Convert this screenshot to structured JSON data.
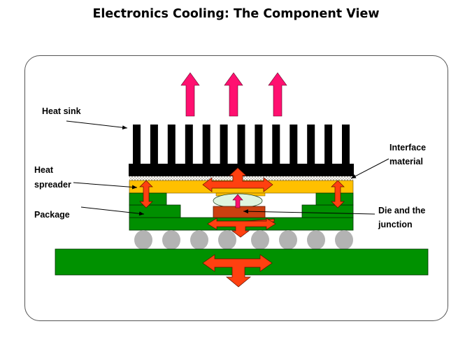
{
  "title": "Electronics Cooling: The Component View",
  "labels": {
    "heat_sink": "Heat sink",
    "heat_spreader_line1": "Heat",
    "heat_spreader_line2": "spreader",
    "package": "Package",
    "interface_material_line1": "Interface",
    "interface_material_line2": "material",
    "die_junction_line1": "Die and the",
    "die_junction_line2": "junction"
  },
  "components": {
    "heat_sink_fin_count": 13,
    "solder_ball_count": 8,
    "upward_airflow_arrow_count": 3
  },
  "colors": {
    "heat_sink": "#000000",
    "heat_spreader": "#ffc000",
    "package": "#008f00",
    "board": "#009100",
    "die": "#cc4010",
    "heat_arrow": "#ff4010",
    "airflow_arrow": "#ff1070",
    "junction_glow": "#dff5df",
    "solder_ball": "#b3b3b3",
    "interface_material": "#d8d0c0"
  }
}
